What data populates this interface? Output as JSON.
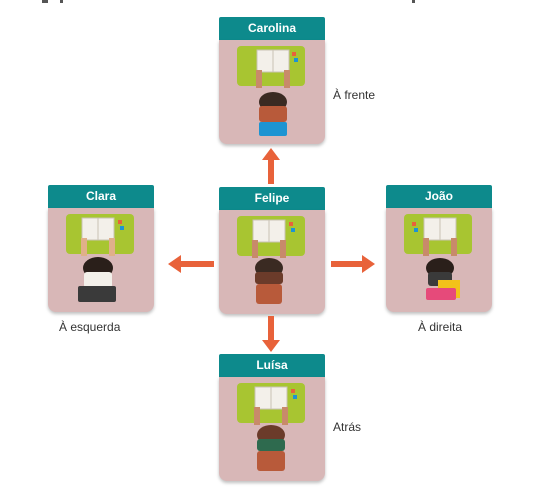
{
  "students": {
    "carolina": {
      "name": "Carolina",
      "caption": "À frente",
      "chair": "#1d94d2"
    },
    "clara": {
      "name": "Clara",
      "caption": "À esquerda",
      "chair": "#3a3a3a"
    },
    "felipe": {
      "name": "Felipe",
      "caption": "",
      "chair": "#b85a3a"
    },
    "joao": {
      "name": "João",
      "caption": "À direita",
      "chair": "#e64a7a"
    },
    "luisa": {
      "name": "Luísa",
      "caption": "Atrás",
      "chair": "#b85a3a"
    }
  },
  "colors": {
    "header": "#0d8a8c",
    "tile": "#d8b7b7",
    "desk": "#a8c531",
    "arrow": "#e8623a"
  },
  "icons": [
    "arrow-up-icon",
    "arrow-left-icon",
    "arrow-right-icon",
    "arrow-down-icon"
  ]
}
